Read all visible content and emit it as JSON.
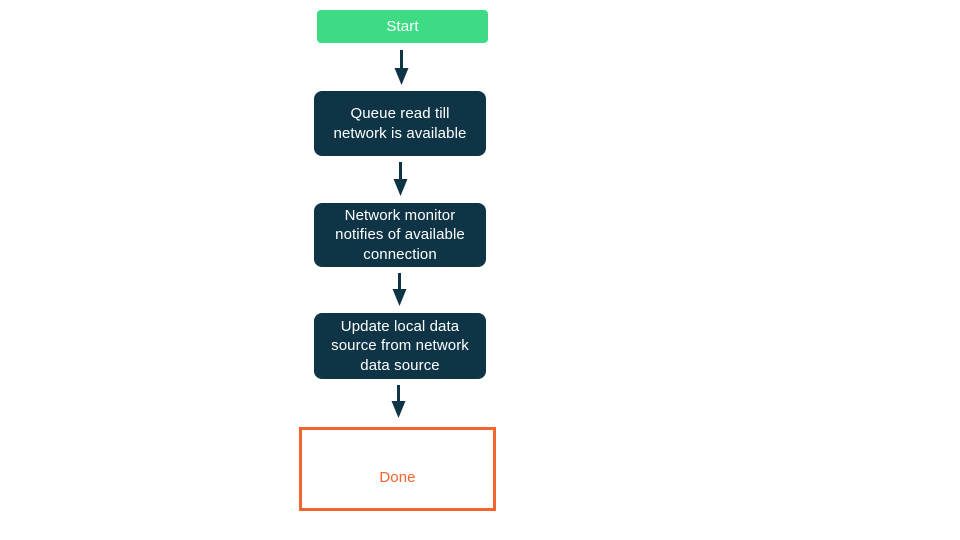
{
  "diagram": {
    "type": "flowchart",
    "orientation": "top-to-bottom",
    "background_color": "#ffffff",
    "colors": {
      "start_fill": "#3ddc84",
      "process_fill": "#0e3446",
      "process_text": "#ffffff",
      "terminal_border": "#f4652b",
      "terminal_text": "#f4652b",
      "terminal_fill": "#ffffff",
      "arrow": "#0e3446"
    },
    "nodes": [
      {
        "id": "start",
        "label": "Start",
        "shape": "rounded-rectangle",
        "style": "start"
      },
      {
        "id": "queue",
        "label": "Queue read till\nnetwork is available",
        "shape": "rounded-rectangle",
        "style": "process"
      },
      {
        "id": "monitor",
        "label": "Network monitor\nnotifies of available\nconnection",
        "shape": "rounded-rectangle",
        "style": "process"
      },
      {
        "id": "update",
        "label": "Update local data\nsource from network\ndata source",
        "shape": "rounded-rectangle",
        "style": "process"
      },
      {
        "id": "done",
        "label": "Done",
        "shape": "rectangle",
        "style": "terminal"
      }
    ],
    "edges": [
      {
        "id": "edge-start-queue",
        "from": "start",
        "to": "queue",
        "label": ""
      },
      {
        "id": "edge-queue-monitor",
        "from": "queue",
        "to": "monitor",
        "label": ""
      },
      {
        "id": "edge-monitor-update",
        "from": "monitor",
        "to": "update",
        "label": ""
      },
      {
        "id": "edge-update-done",
        "from": "update",
        "to": "done",
        "label": ""
      }
    ]
  }
}
